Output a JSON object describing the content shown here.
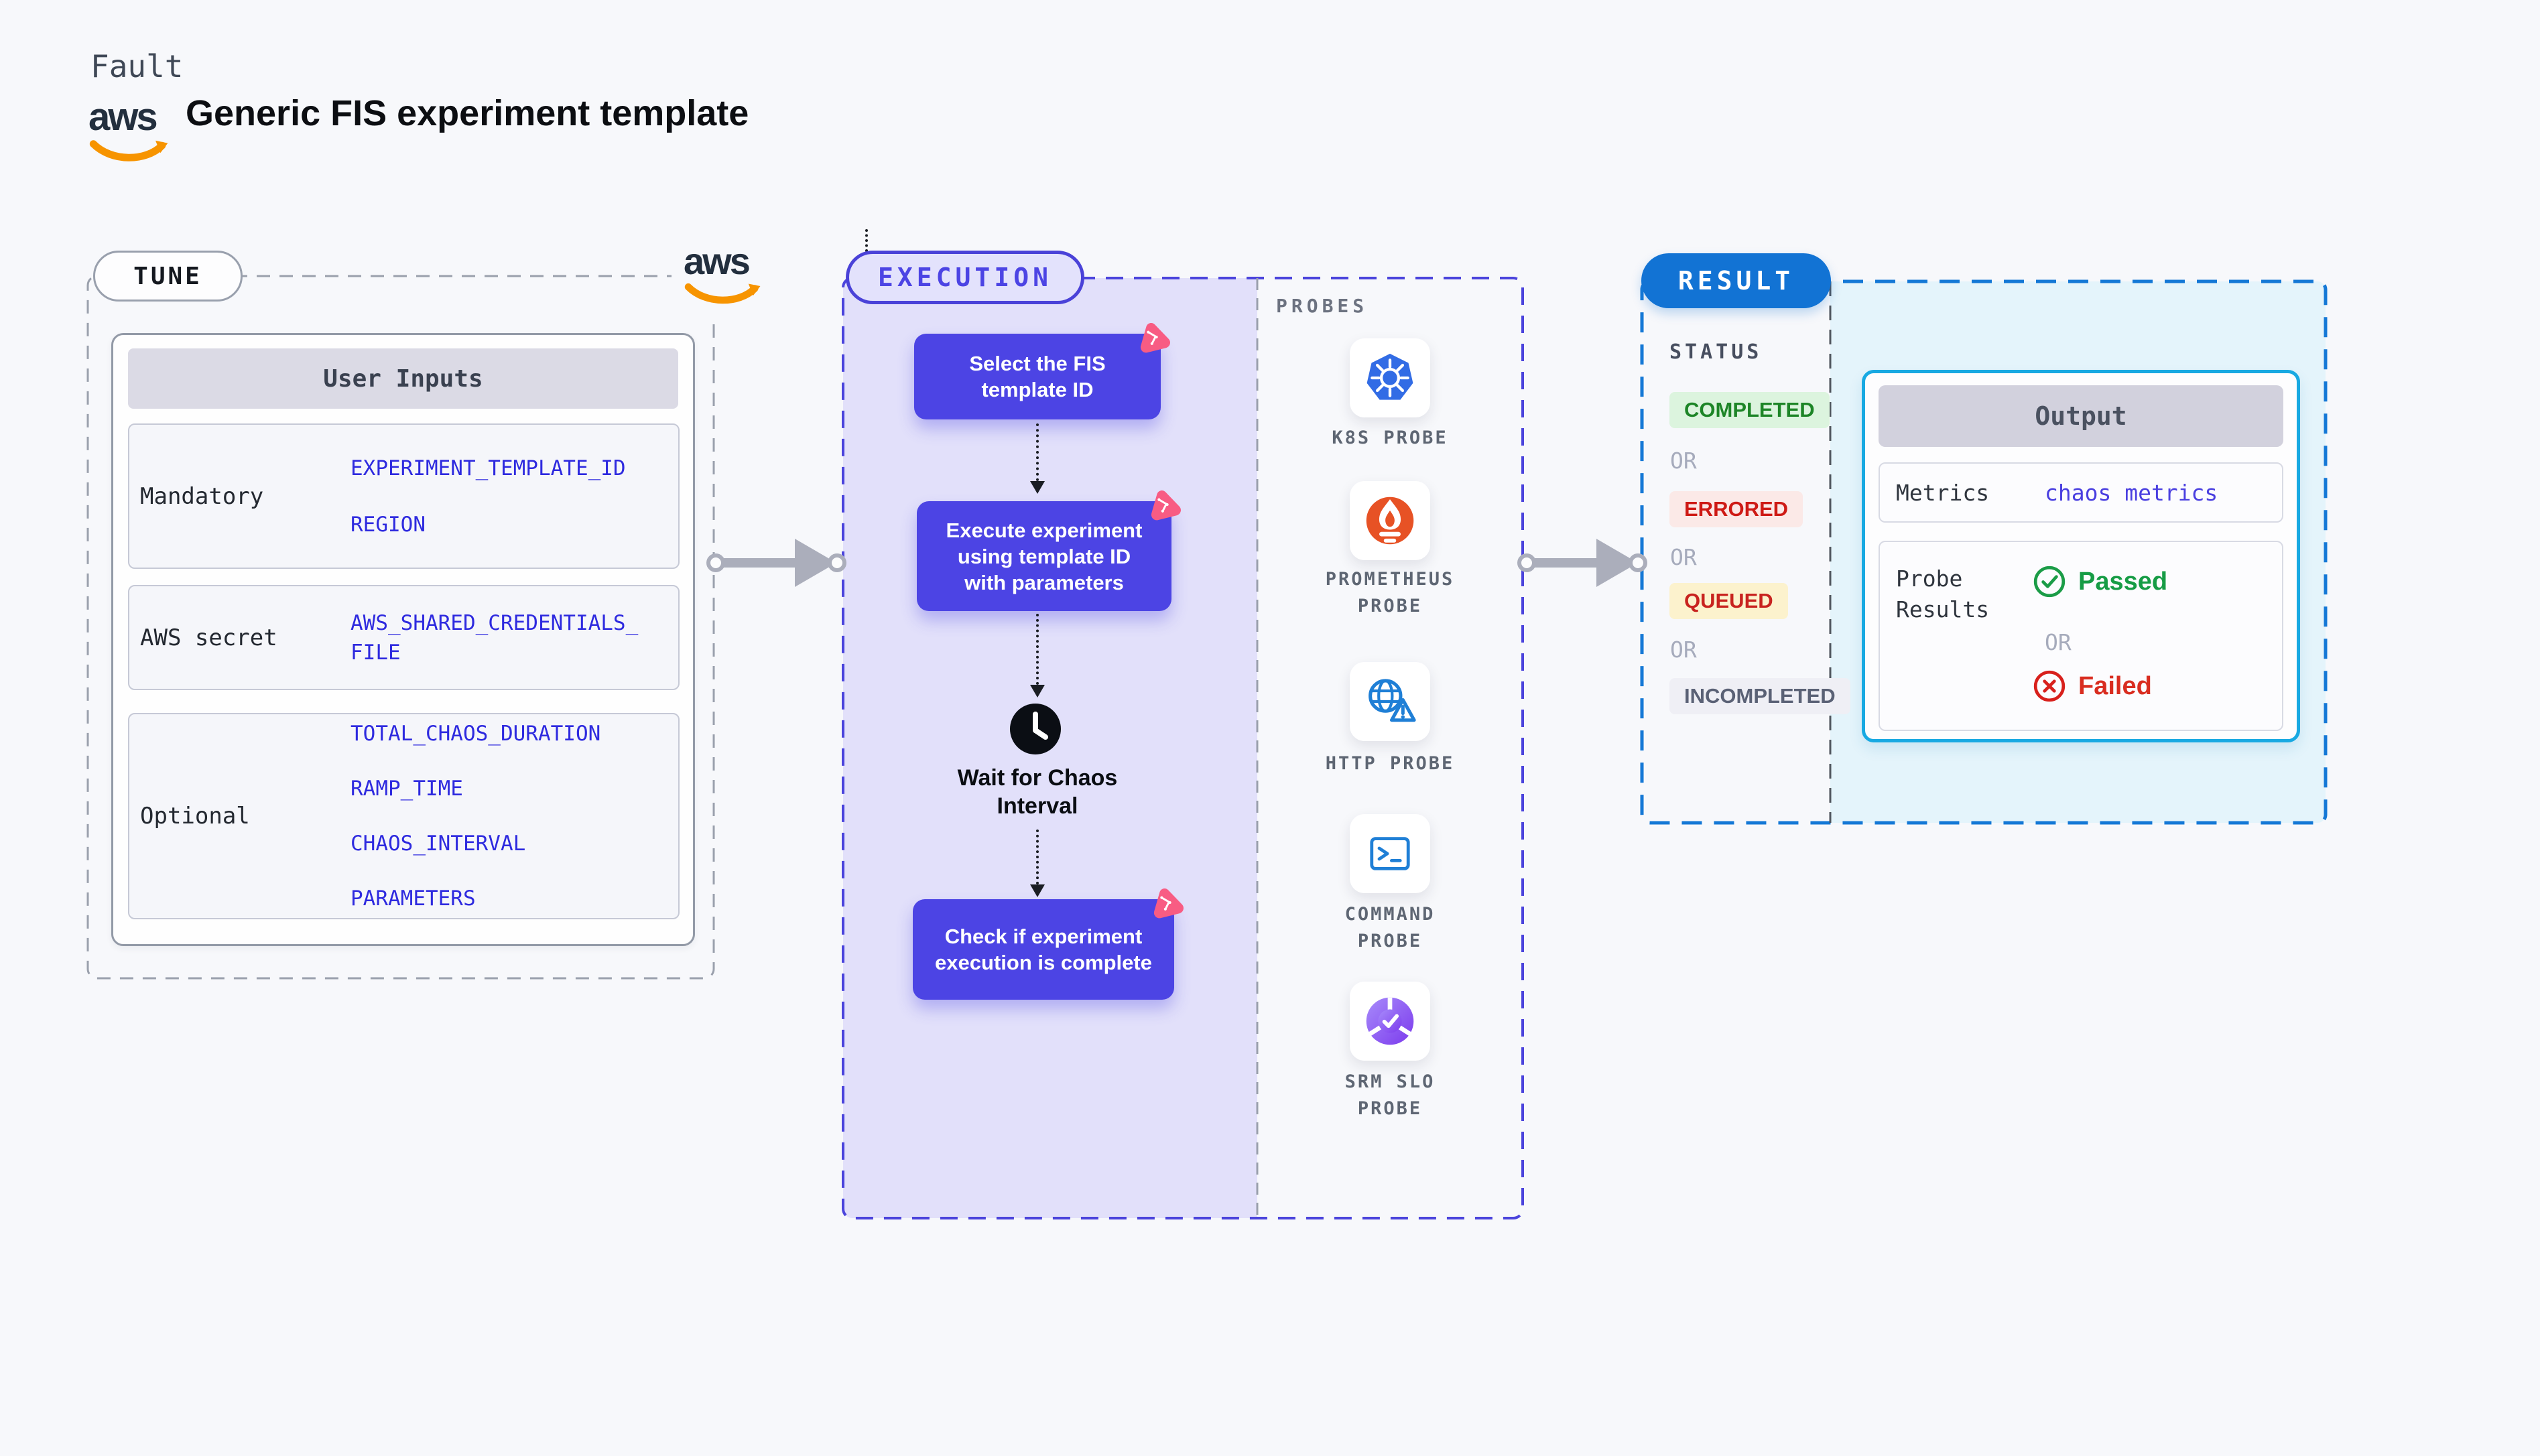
{
  "header": {
    "brand": "Fault",
    "title": "Generic FIS experiment template",
    "aws_logo_text": "aws"
  },
  "tune": {
    "badge": "TUNE",
    "aws_logo_text": "aws",
    "table": {
      "title": "User Inputs",
      "rows": [
        {
          "label": "Mandatory",
          "values": [
            "EXPERIMENT_TEMPLATE_ID",
            "REGION"
          ]
        },
        {
          "label": "AWS secret",
          "values": [
            "AWS_SHARED_CREDENTIALS_FILE"
          ]
        },
        {
          "label": "Optional",
          "values": [
            "TOTAL_CHAOS_DURATION",
            "RAMP_TIME",
            "CHAOS_INTERVAL",
            "PARAMETERS"
          ]
        }
      ]
    }
  },
  "execution": {
    "badge": "EXECUTION",
    "steps": [
      {
        "label": "Select the FIS template ID"
      },
      {
        "label": "Execute experiment using template ID with parameters"
      },
      {
        "label": "Check if experiment execution is complete"
      }
    ],
    "wait_label": "Wait for Chaos Interval"
  },
  "probes": {
    "title": "PROBES",
    "items": [
      {
        "label": "K8S PROBE",
        "icon": "kubernetes-icon"
      },
      {
        "label": "PROMETHEUS PROBE",
        "icon": "prometheus-icon"
      },
      {
        "label": "HTTP PROBE",
        "icon": "globe-warning-icon"
      },
      {
        "label": "COMMAND PROBE",
        "icon": "terminal-icon"
      },
      {
        "label": "SRM SLO PROBE",
        "icon": "slo-donut-check-icon"
      }
    ]
  },
  "result": {
    "badge": "RESULT",
    "status_title": "STATUS",
    "or_label": "OR",
    "statuses": [
      {
        "label": "COMPLETED",
        "fg": "#1D8527",
        "bg": "#DCF4DE"
      },
      {
        "label": "ERRORED",
        "fg": "#CE1A15",
        "bg": "#FBE9E7"
      },
      {
        "label": "QUEUED",
        "fg": "#C8231F",
        "bg": "#FCF2CD"
      },
      {
        "label": "INCOMPLETED",
        "fg": "#5A6175",
        "bg": "#EFEFF5"
      }
    ],
    "output": {
      "title": "Output",
      "metrics_label": "Metrics",
      "metrics_value": "chaos metrics",
      "probe_results_label": "Probe Results",
      "passed_label": "Passed",
      "failed_label": "Failed"
    }
  },
  "colors": {
    "accent_indigo": "#4C44E4",
    "execution_panel_lavender": "#E2E0FA",
    "result_badge_blue": "#1273D4",
    "result_panel_cyan_bg": "#E4F4FB",
    "output_border_cyan": "#18A9E2",
    "aws_orange": "#F79400",
    "chaos_pink": "#F85C83",
    "passed_green": "#1B9C47",
    "failed_red": "#D8201C",
    "env_var_blue": "#2E2ADF",
    "connector_gray": "#ABAEBB"
  }
}
